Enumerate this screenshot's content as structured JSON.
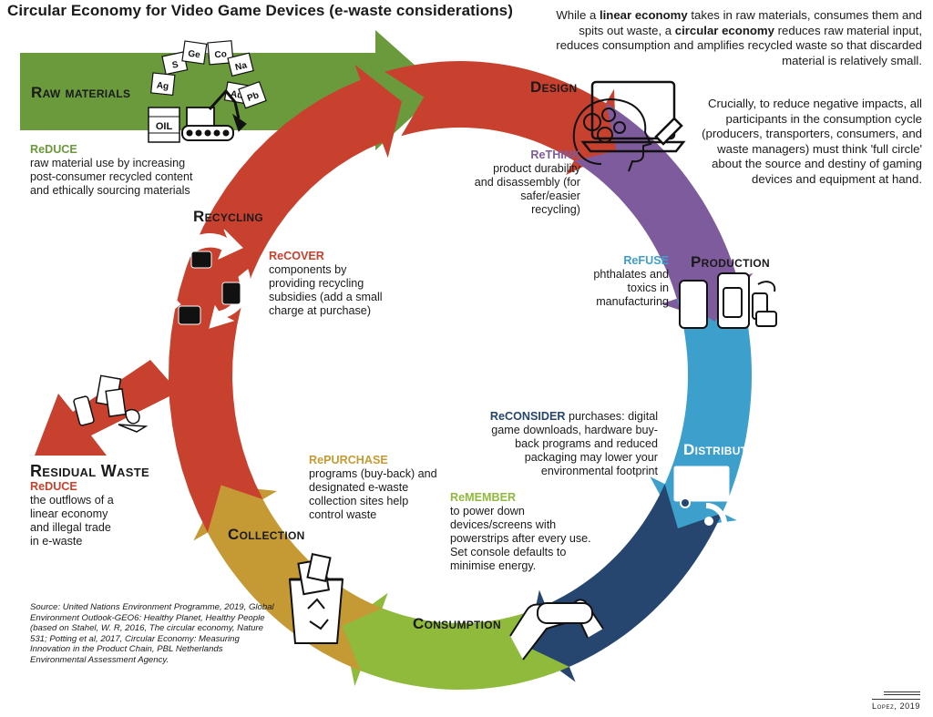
{
  "title": "Circular Economy for Video Game Devices (e-waste considerations)",
  "intro": {
    "p1_a": "While a ",
    "p1_b": "linear economy",
    "p1_c": " takes in raw materials, consumes them and spits out waste, a ",
    "p1_d": "circular economy",
    "p1_e": " reduces raw material input, reduces consumption and amplifies recycled waste so that discarded material is relatively small.",
    "p2": "Crucially, to reduce negative impacts, all participants in the consumption cycle (producers, transporters, consumers, and waste managers) must think 'full circle' about the source and destiny of gaming devices and equipment at hand."
  },
  "colors": {
    "raw": "#6a9a3c",
    "red": "#c8402e",
    "design": "#7e5b9c",
    "production": "#3d9fcc",
    "distribution": "#27466f",
    "consumption": "#8fba3c",
    "collection": "#c59a34"
  },
  "stages": {
    "raw_materials": "Raw materials",
    "design": "Design",
    "production": "Production",
    "distribution": "Distribution",
    "consumption": "Consumption",
    "collection": "Collection",
    "recycling": "Recycling",
    "residual_waste": "Residual Waste"
  },
  "actions": {
    "reduce_raw": {
      "keyword": "ReDUCE",
      "text": "raw material use by increasing post-consumer recycled content and ethically sourcing materials"
    },
    "rethink": {
      "keyword": "ReTHINK",
      "text": "product durability and disassembly (for safer/easier recycling)"
    },
    "refuse": {
      "keyword": "ReFUSE",
      "text": "phthalates and toxics in manufacturing"
    },
    "reconsider": {
      "keyword": "ReCONSIDER",
      "text": " purchases: digital game downloads, hardware buy-back programs and reduced packaging may lower your environmental footprint"
    },
    "remember": {
      "keyword": "ReMEMBER",
      "text": "to power down devices/screens with powerstrips after every use. Set console defaults to minimise energy."
    },
    "repurchase": {
      "keyword": "RePURCHASE",
      "text": "programs (buy-back) and designated e-waste collection sites help control waste"
    },
    "recover": {
      "keyword": "ReCOVER",
      "text": "components by providing recycling subsidies (add a small charge at purchase)"
    },
    "reduce_waste": {
      "keyword": "ReDUCE",
      "text": "the outflows of a linear economy and illegal trade in e-waste"
    }
  },
  "elements": [
    "S",
    "Ge",
    "Co",
    "Ag",
    "Na",
    "Au",
    "Pb"
  ],
  "oil_label": "OIL",
  "source": "Source: United Nations Environment Programme, 2019, Global Environment Outlook-GEO6: Healthy Planet, Healthy People (based on Stahel, W. R, 2016, The circular economy, Nature 531; Potting et al, 2017, Circular Economy: Measuring Innovation in the Product Chain, PBL Netherlands Environmental Assessment Agency.",
  "credit": "Lopez, 2019"
}
